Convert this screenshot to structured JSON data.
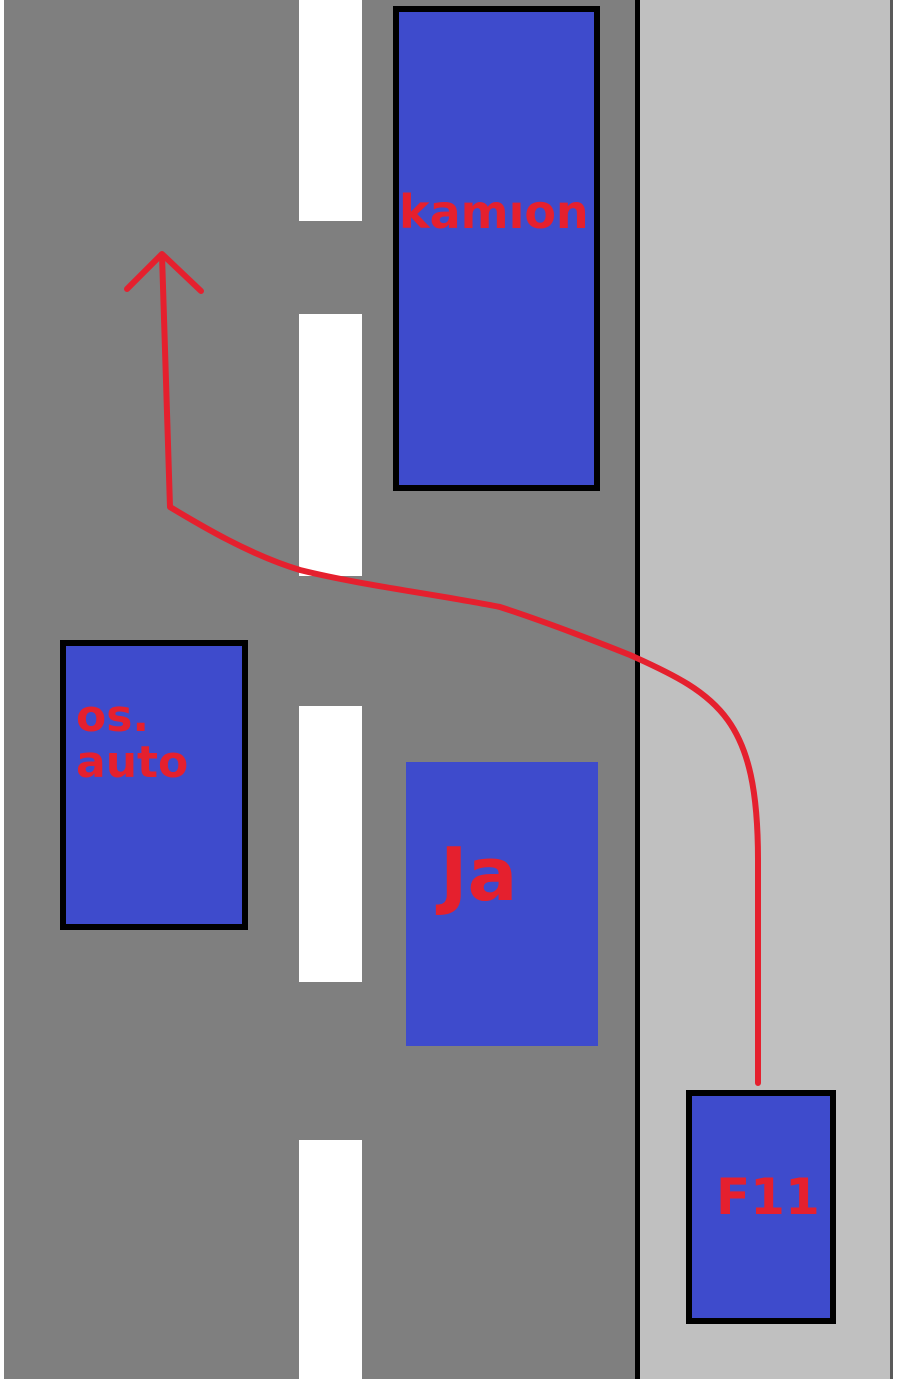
{
  "colors": {
    "road": "#7f7f7f",
    "shoulder": "#c0c0c0",
    "vehicle": "#3e4bcc",
    "label": "#e5202e",
    "path": "#e5202e"
  },
  "vehicles": {
    "truck": "kamıon",
    "car_line1": "os.",
    "car_line2": "auto",
    "me": "Ja",
    "f11": "F11"
  }
}
